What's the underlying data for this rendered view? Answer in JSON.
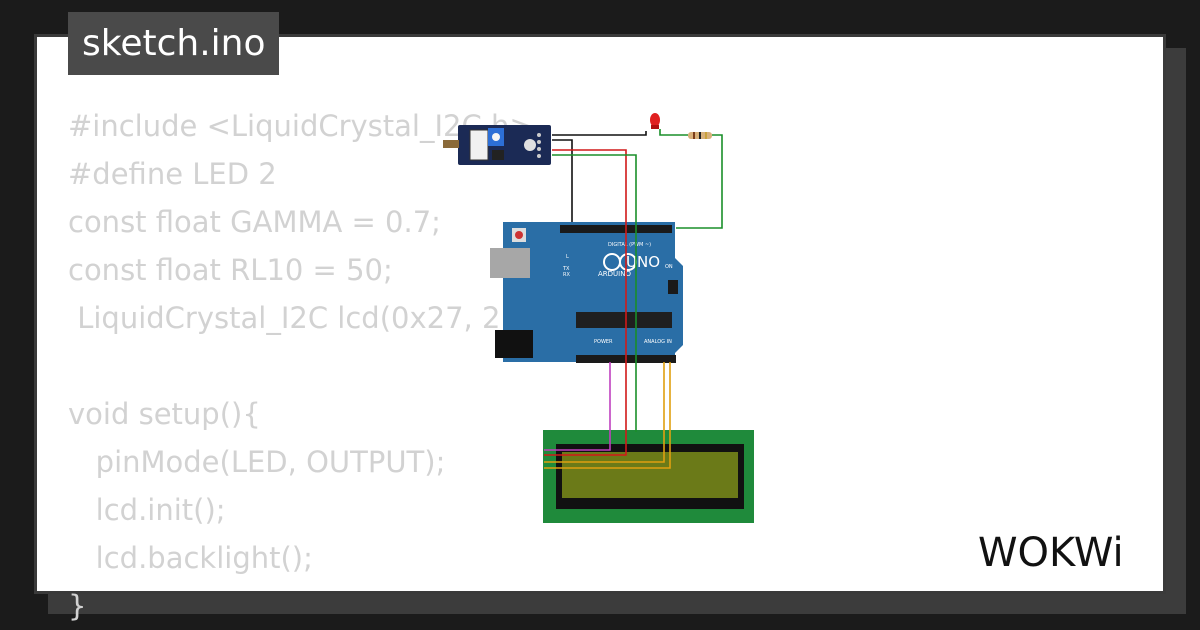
{
  "file": {
    "title": "sketch.ino"
  },
  "code_lines": [
    "#include <LiquidCrystal_I2C.h>",
    "#define LED 2",
    "const float GAMMA = 0.7;",
    "const float RL10 = 50;",
    " LiquidCrystal_I2C lcd(0x27, 2",
    "",
    "void setup(){",
    "   pinMode(LED, OUTPUT);",
    "   lcd.init();",
    "   lcd.backlight();",
    "}"
  ],
  "board": {
    "name": "UNO",
    "brand": "ARDUINO",
    "label_digital": "DIGITAL (PWM ~)",
    "label_analog": "ANALOG IN",
    "label_power": "POWER",
    "label_on": "ON",
    "label_l": "L",
    "label_tx": "TX",
    "label_rx": "RX"
  },
  "brand": {
    "logo": "WOKWi"
  },
  "colors": {
    "board": "#2a6ea6",
    "lcd_pcb": "#1f8a3b",
    "lcd_screen": "#6b7a18",
    "wire_black": "#111111",
    "wire_red": "#d11919",
    "wire_green": "#1a8f2a",
    "wire_purple": "#c040c0",
    "wire_orange": "#e0a010"
  }
}
